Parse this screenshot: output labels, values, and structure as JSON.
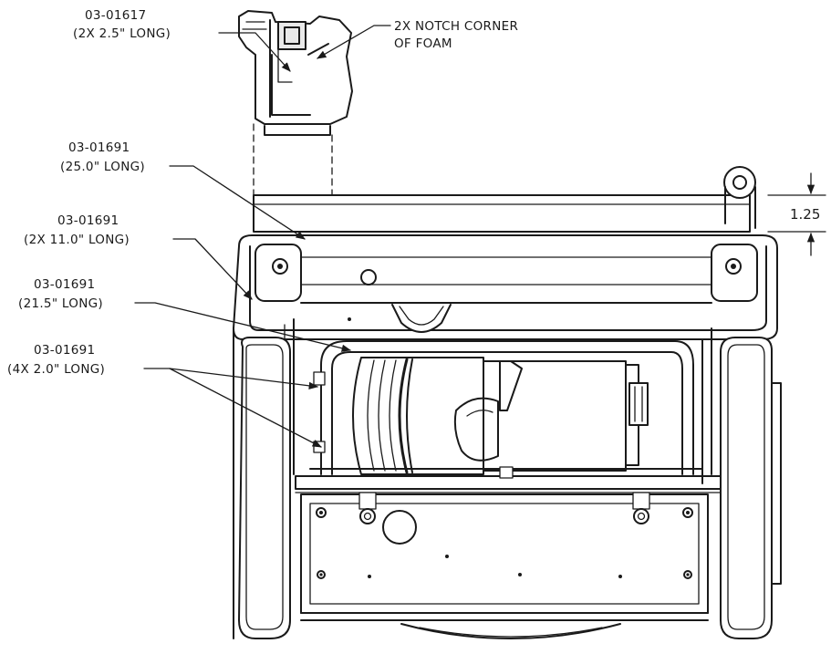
{
  "callouts": {
    "part_03_01617": {
      "part": "03-01617",
      "spec": "(2X 2.5\" LONG)"
    },
    "notch": {
      "line1": "2X NOTCH CORNER",
      "line2": "OF FOAM"
    },
    "part_25": {
      "part": "03-01691",
      "spec": "(25.0\" LONG)"
    },
    "part_2x11": {
      "part": "03-01691",
      "spec": "(2X 11.0\" LONG)"
    },
    "part_21_5": {
      "part": "03-01691",
      "spec": "(21.5\" LONG)"
    },
    "part_4x2": {
      "part": "03-01691",
      "spec": "(4X 2.0\" LONG)"
    }
  },
  "dimension": {
    "value": "1.25"
  }
}
